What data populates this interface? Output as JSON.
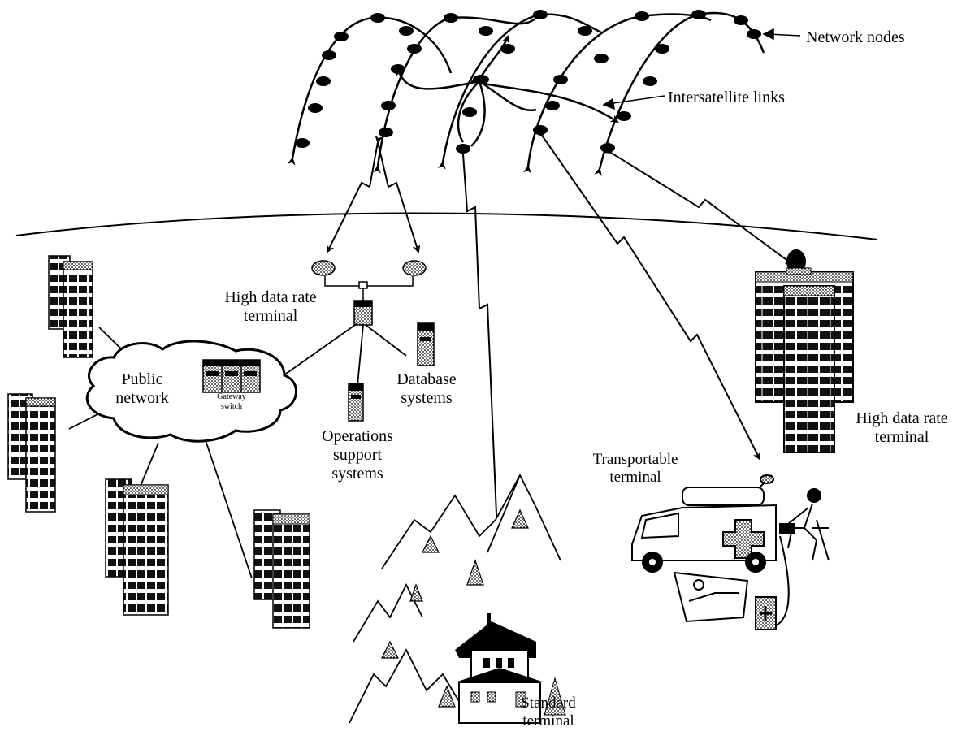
{
  "labels": {
    "network_nodes": "Network nodes",
    "intersatellite_links": "Intersatellite links",
    "high_rate_gateway_line1": "High data rate",
    "high_rate_gateway_line2": "terminal",
    "public_network_line1": "Public",
    "public_network_line2": "network",
    "gateway_switch_line1": "Gateway",
    "gateway_switch_line2": "switch",
    "database_line1": "Database",
    "database_line2": "systems",
    "operations_line1": "Operations",
    "operations_line2": "support",
    "operations_line3": "systems",
    "high_rate_building_line1": "High data rate",
    "high_rate_building_line2": "terminal",
    "transportable_line1": "Transportable",
    "transportable_line2": "terminal",
    "standard_line1": "Standard",
    "standard_line2": "terminal"
  },
  "icons": [
    "satellite-node-icon",
    "dish-antenna-icon",
    "server-icon",
    "building-icon",
    "van-icon",
    "mountain-icon",
    "house-icon",
    "person-icon"
  ]
}
